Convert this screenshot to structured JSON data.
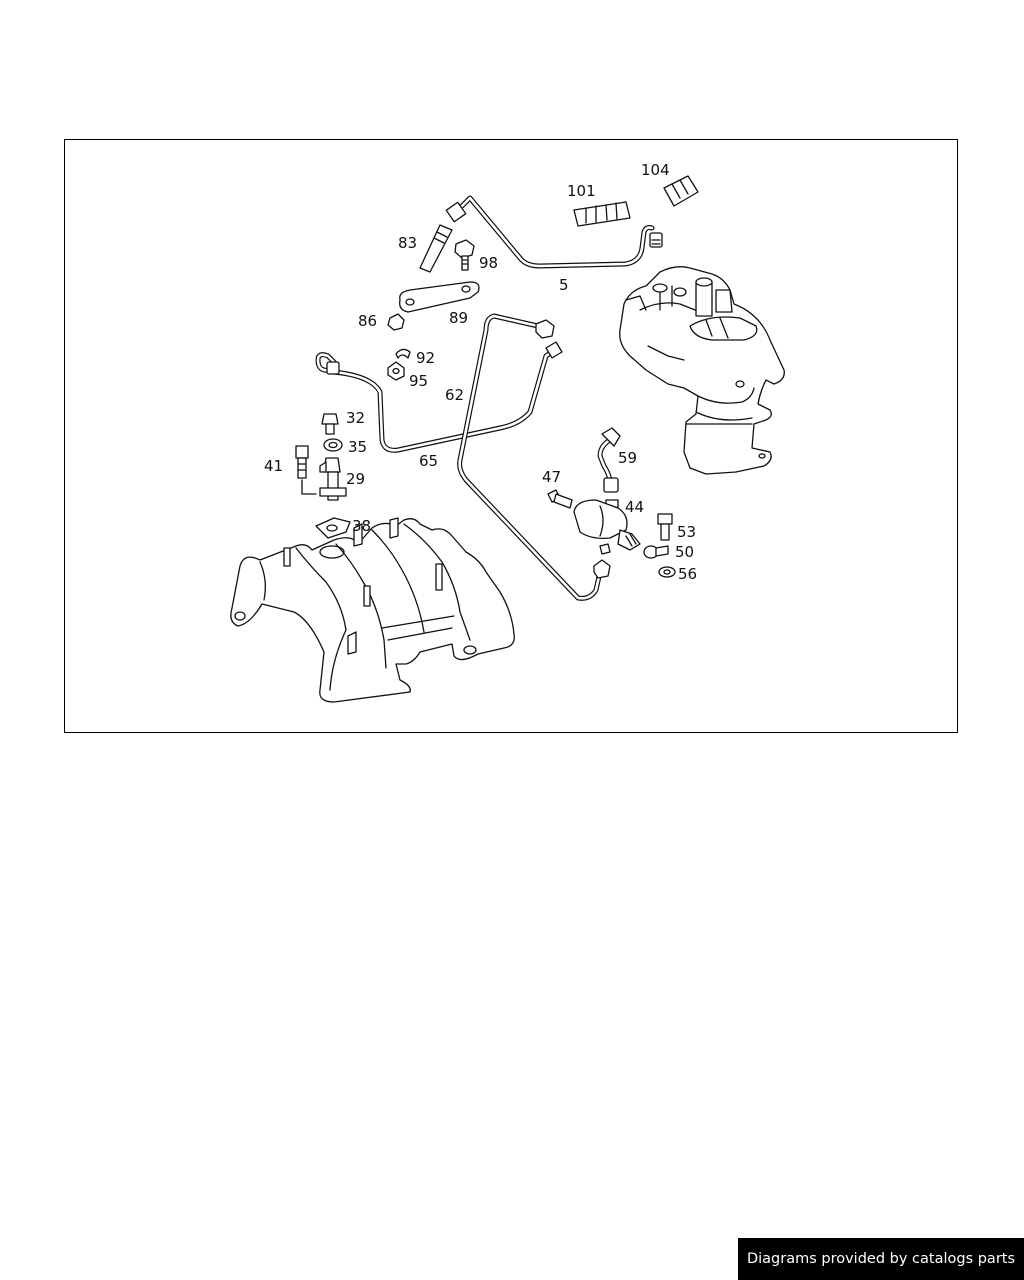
{
  "diagram": {
    "callouts": {
      "c104": "104",
      "c101": "101",
      "c83": "83",
      "c98": "98",
      "c5": "5",
      "c89": "89",
      "c86": "86",
      "c92": "92",
      "c95": "95",
      "c62": "62",
      "c32": "32",
      "c35": "35",
      "c65": "65",
      "c41": "41",
      "c29": "29",
      "c59": "59",
      "c47": "47",
      "c44": "44",
      "c53": "53",
      "c50": "50",
      "c56": "56",
      "c38": "38"
    }
  },
  "footer": {
    "text": "Diagrams provided by catalogs parts"
  }
}
